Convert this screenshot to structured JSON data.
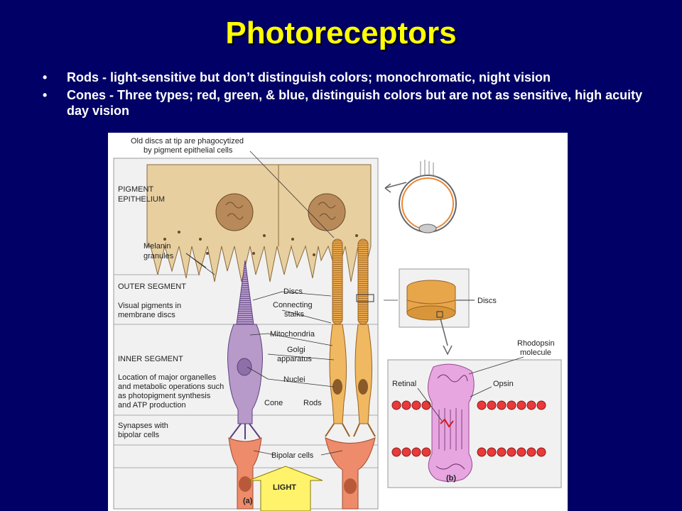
{
  "slide": {
    "title": "Photoreceptors",
    "bullet_marker": "•",
    "bullets": [
      "Rods - light-sensitive but don’t distinguish colors; monochromatic, night vision",
      "Cones - Three types; red, green, & blue, distinguish colors but are not as sensitive, high acuity day vision"
    ]
  },
  "figure": {
    "labels": {
      "old_discs": "Old discs at tip are phagocytized",
      "old_discs_2": "by pigment epithelial cells",
      "pigment": "PIGMENT",
      "epithelium": "EPITHELIUM",
      "melanin": "Melanin",
      "granules": "granules",
      "outer_segment": "OUTER SEGMENT",
      "visual_pigments": "Visual pigments in",
      "membrane_discs": "membrane discs",
      "inner_segment": "INNER SEGMENT",
      "location_1": "Location of major organelles",
      "location_2": "and metabolic operations such",
      "location_3": "as photopigment synthesis",
      "location_4": "and ATP production",
      "synapses_1": "Synapses with",
      "synapses_2": "bipolar cells",
      "discs": "Discs",
      "connecting": "Connecting",
      "stalks": "stalks",
      "mitochondria": "Mitochondria",
      "golgi": "Golgi",
      "apparatus": "apparatus",
      "nuclei": "Nuclei",
      "cone": "Cone",
      "rods": "Rods",
      "bipolar_cells": "Bipolar cells",
      "light": "LIGHT",
      "panel_a": "(a)",
      "discs_b": "Discs",
      "rhodopsin_1": "Rhodopsin",
      "rhodopsin_2": "molecule",
      "retinal": "Retinal",
      "opsin": "Opsin",
      "panel_b": "(b)"
    },
    "colors": {
      "background": "#000066",
      "title": "#ffff00",
      "text": "#ffffff",
      "pigment_cell": "#e8cfa0",
      "rod": "#e7a64a",
      "cone": "#b79ac9",
      "bipolar": "#ee8b6a",
      "rhodopsin": "#e7a6e0",
      "lipid_head": "#e83a3a",
      "light_arrow": "#fff36b"
    }
  }
}
